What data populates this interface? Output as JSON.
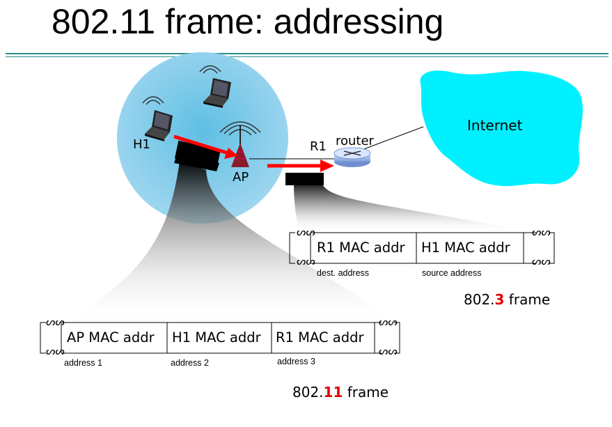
{
  "title": "802.11 frame: addressing",
  "nodes": {
    "h1": "H1",
    "ap": "AP",
    "r1": "R1",
    "router": "router",
    "internet": "Internet"
  },
  "frame_8023": {
    "fields": [
      "R1 MAC addr",
      "H1 MAC addr"
    ],
    "captions": [
      "dest. address",
      "source address"
    ],
    "label_prefix": "802.",
    "label_number": "3",
    "label_suffix": " frame"
  },
  "frame_80211": {
    "fields": [
      "AP MAC addr",
      "H1 MAC addr",
      "R1 MAC addr"
    ],
    "captions": [
      "address 1",
      "address 2",
      "address 3"
    ],
    "label_prefix": "802.",
    "label_number": "11",
    "label_suffix": " frame"
  },
  "colors": {
    "cell": "#aee1f3",
    "internet": "#00f0ff",
    "arrow": "#ff0000",
    "rule": "#2e8b8b"
  }
}
